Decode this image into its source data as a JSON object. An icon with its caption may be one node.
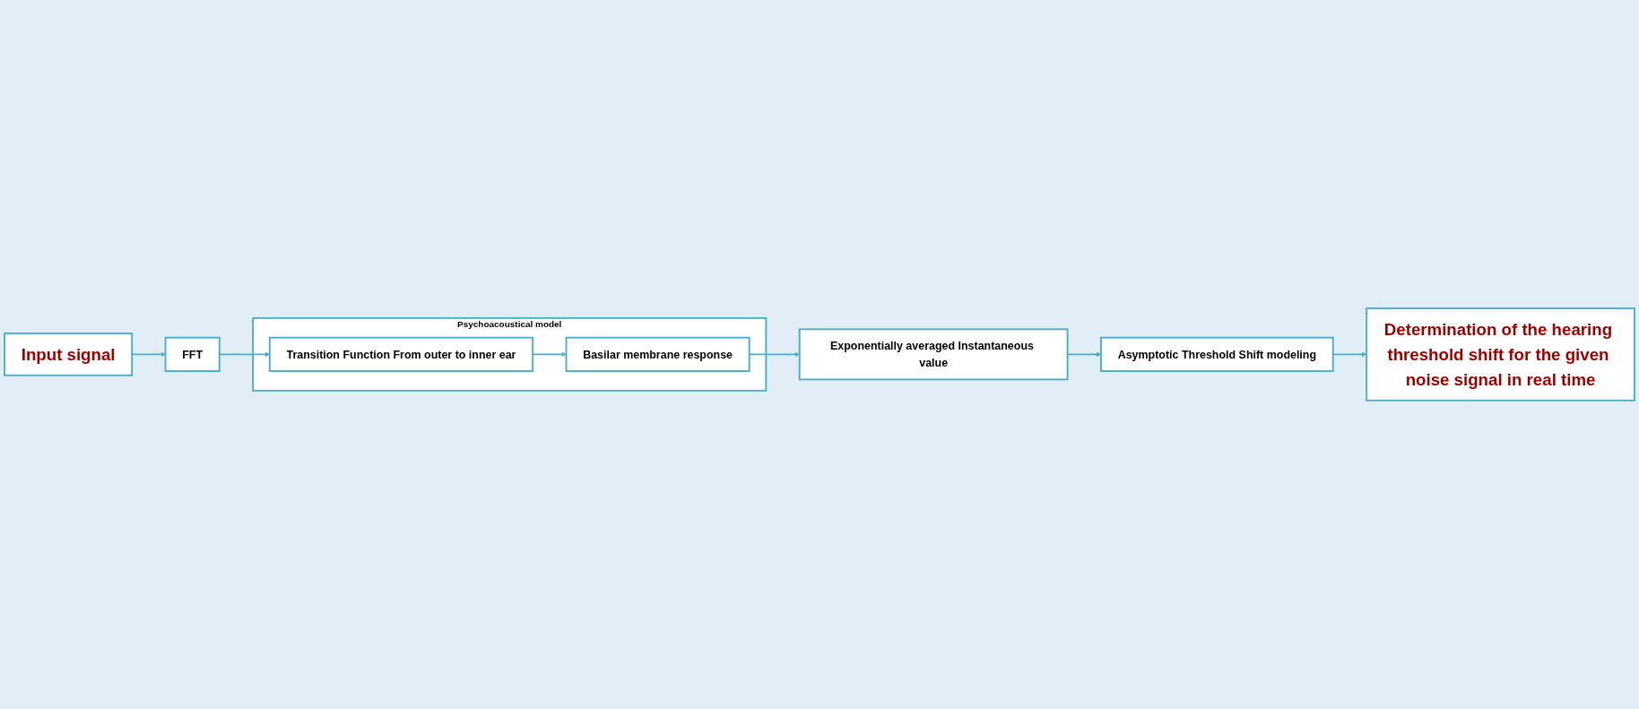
{
  "diagram": {
    "nodes": [
      {
        "text": [
          "Input signal"
        ]
      },
      {
        "text": [
          "FFT"
        ]
      },
      {
        "text": [
          "Psychoacoustical model"
        ]
      },
      {
        "text": [
          "Transition Function From outer to inner ear"
        ],
        "in": 2
      },
      {
        "text": [
          "Basilar membrane response"
        ],
        "in": 2
      },
      {
        "text": [
          "Exponentially averaged Instantaneous value"
        ]
      },
      {
        "text": [
          "Asymptotic Threshold Shift modeling"
        ]
      },
      {
        "text": [
          "Determination of the hearing threshold shift for the given noise signal in real time"
        ]
      }
    ],
    "edges": [
      {
        "from": 0,
        "to": 1,
        "arrow": "to"
      },
      {
        "from": 1,
        "to": 3,
        "arrow": "to"
      },
      {
        "from": 3,
        "to": 4,
        "arrow": "to"
      },
      {
        "from": 4,
        "to": 5,
        "arrow": "to"
      },
      {
        "from": 5,
        "to": 6,
        "arrow": "to"
      },
      {
        "from": 6,
        "to": 7,
        "arrow": "to"
      }
    ]
  }
}
